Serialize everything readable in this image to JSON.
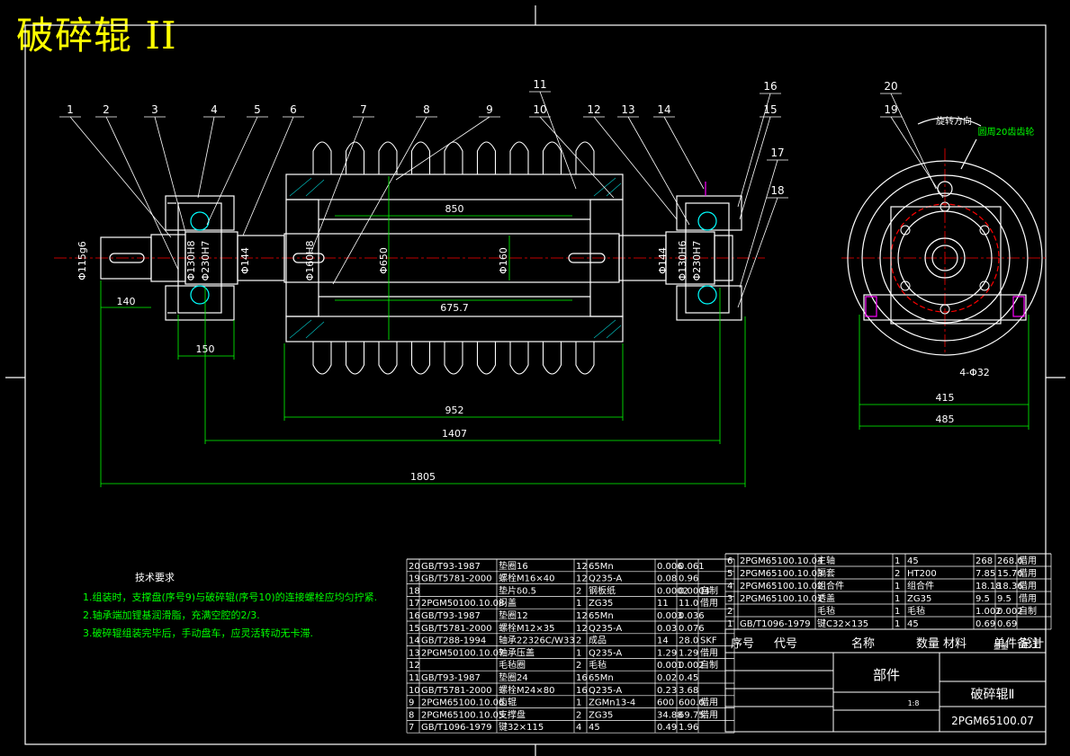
{
  "title": "破碎辊 II",
  "balloons": [
    "1",
    "2",
    "3",
    "4",
    "5",
    "6",
    "7",
    "8",
    "9",
    "10",
    "11",
    "12",
    "13",
    "14",
    "16",
    "15",
    "17",
    "18",
    "20",
    "19"
  ],
  "dimensions": {
    "d_115g6": "Φ115g6",
    "d_130h8": "Φ130H8",
    "d_230h7": "Φ230H7",
    "d_144": "Φ144",
    "d_160h8": "Φ160H8",
    "d_650": "Φ650",
    "d_160": "Φ160",
    "d_144b": "Φ144",
    "d_130h6": "Φ130H6",
    "d_230h7b": "Φ230H7",
    "len_850": "850",
    "len_675_7": "675.7",
    "len_140": "140",
    "len_150": "150",
    "len_952": "952",
    "len_1407": "1407",
    "len_1805": "1805",
    "len_415": "415",
    "len_485": "485",
    "holes": "4-Φ32",
    "rotation": "旋转方向",
    "wheel": "圆周20齿齿轮"
  },
  "tech": {
    "heading": "技术要求",
    "lines": [
      "1.组装时，支撑盘(序号9)与破碎辊(序号10)的连接螺栓应均匀拧紧.",
      "2.轴承端加锂基润滑脂，充满空腔的2/3.",
      "3.破碎辊组装完毕后，手动盘车，应灵活转动无卡滞."
    ]
  },
  "bom_left": [
    [
      "20",
      "GB/T93-1987",
      "垫圈16",
      "12",
      "65Mn",
      "0.006",
      "0.061",
      ""
    ],
    [
      "19",
      "GB/T5781-2000",
      "螺栓M16×40",
      "12",
      "Q235-A",
      "0.08",
      "0.96",
      ""
    ],
    [
      "18",
      "",
      "垫片δ0.5",
      "2",
      "钢板纸",
      "0.0002",
      "0.0004",
      "自制"
    ],
    [
      "17",
      "2PGM50100.10.08",
      "闷盖",
      "1",
      "ZG35",
      "11",
      "11.0",
      "借用"
    ],
    [
      "16",
      "GB/T93-1987",
      "垫圈12",
      "12",
      "65Mn",
      "0.003",
      "0.036",
      ""
    ],
    [
      "15",
      "GB/T5781-2000",
      "螺栓M12×35",
      "12",
      "Q235-A",
      "0.03",
      "0.076",
      ""
    ],
    [
      "14",
      "GB/T288-1994",
      "轴承22326C/W33",
      "2",
      "成品",
      "14",
      "28.0",
      "SKF"
    ],
    [
      "13",
      "2PGM50100.10.07",
      "轴承压盖",
      "1",
      "Q235-A",
      "1.29",
      "1.29",
      "借用"
    ],
    [
      "12",
      "",
      "毛毡圈",
      "2",
      "毛毡",
      "0.001",
      "0.002",
      "自制"
    ],
    [
      "11",
      "GB/T93-1987",
      "垫圈24",
      "16",
      "65Mn",
      "0.02",
      "0.45",
      ""
    ],
    [
      "10",
      "GB/T5781-2000",
      "螺栓M24×80",
      "16",
      "Q235-A",
      "0.23",
      "3.68",
      ""
    ],
    [
      "9",
      "2PGM65100.10.06",
      "齿辊",
      "1",
      "ZGMn13-4",
      "600",
      "600.0",
      "借用"
    ],
    [
      "8",
      "2PGM65100.10.05",
      "支撑盘",
      "2",
      "ZG35",
      "34.88",
      "69.75",
      "借用"
    ],
    [
      "7",
      "GB/T1096-1979",
      "键32×115",
      "4",
      "45",
      "0.49",
      "1.96",
      ""
    ]
  ],
  "bom_right": [
    [
      "6",
      "2PGM65100.10.04",
      "主轴",
      "1",
      "45",
      "268",
      "268.0",
      "借用"
    ],
    [
      "5",
      "2PGM65100.10.03",
      "隔套",
      "2",
      "HT200",
      "7.85",
      "15.70",
      "借用"
    ],
    [
      "4",
      "2PGM65100.10.02",
      "组合件",
      "1",
      "组合件",
      "18.18",
      "18.36",
      "借用"
    ],
    [
      "3",
      "2PGM65100.10.01",
      "透盖",
      "1",
      "ZG35",
      "9.5",
      "9.5",
      "借用"
    ],
    [
      "2",
      "",
      "毛毡",
      "1",
      "毛毡",
      "1.002",
      "0.002",
      "自制"
    ],
    [
      "1",
      "GB/T1096-1979",
      "键C32×135",
      "1",
      "45",
      "0.69",
      "0.69",
      ""
    ]
  ],
  "bom_header": {
    "seq": "序号",
    "code": "代号",
    "name": "名称",
    "qty": "数量",
    "material": "材料",
    "weight": "单件 总计",
    "weight2": "重量",
    "note": "备注"
  },
  "title_block": {
    "part": "部件",
    "name": "破碎辊Ⅱ",
    "drawing_no": "2PGM65100.07",
    "scale": "1:8"
  },
  "colors": {
    "background": "#000000",
    "outline": "#ffffff",
    "dimension": "#00ff00",
    "centerline": "#ff0000",
    "hidden": "#ffff00",
    "title": "#ffff00",
    "flange": "#ff00ff",
    "accent": "#00ffff"
  }
}
